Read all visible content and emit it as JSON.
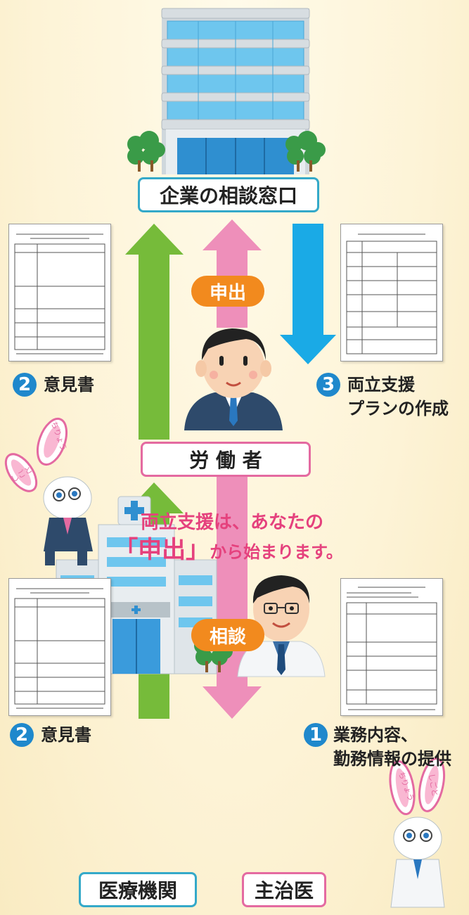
{
  "company_window": "企業の相談窓口",
  "worker": "労 働 者",
  "medical_institution": "医療機関",
  "attending_physician": "主治医",
  "badge_request": "申出",
  "badge_consult": "相談",
  "message": {
    "line1": "両立支援は、あなたの",
    "emph": "「申出」",
    "line2_tail": "から始まります。"
  },
  "steps": {
    "opinion_upper": {
      "num": "2",
      "label": "意見書"
    },
    "opinion_lower": {
      "num": "2",
      "label": "意見書"
    },
    "plan": {
      "num": "3",
      "line1": "両立支援",
      "line2": "プランの作成"
    },
    "work_info": {
      "num": "1",
      "line1": "業務内容、",
      "line2": "勤務情報の提供"
    }
  },
  "mascot_text": {
    "upper_ear_left": "しごと",
    "upper_ear_right": "ちりょう",
    "lower_ear_left": "ちりょう",
    "lower_ear_right": "しごと"
  },
  "colors": {
    "green_arrow": "#76bb3a",
    "pink_arrow": "#ee8fba",
    "blue_arrow": "#1aaae6",
    "badge_orange": "#f28a1e",
    "message_pink": "#e5417d",
    "number_blue": "#1f88cc"
  }
}
